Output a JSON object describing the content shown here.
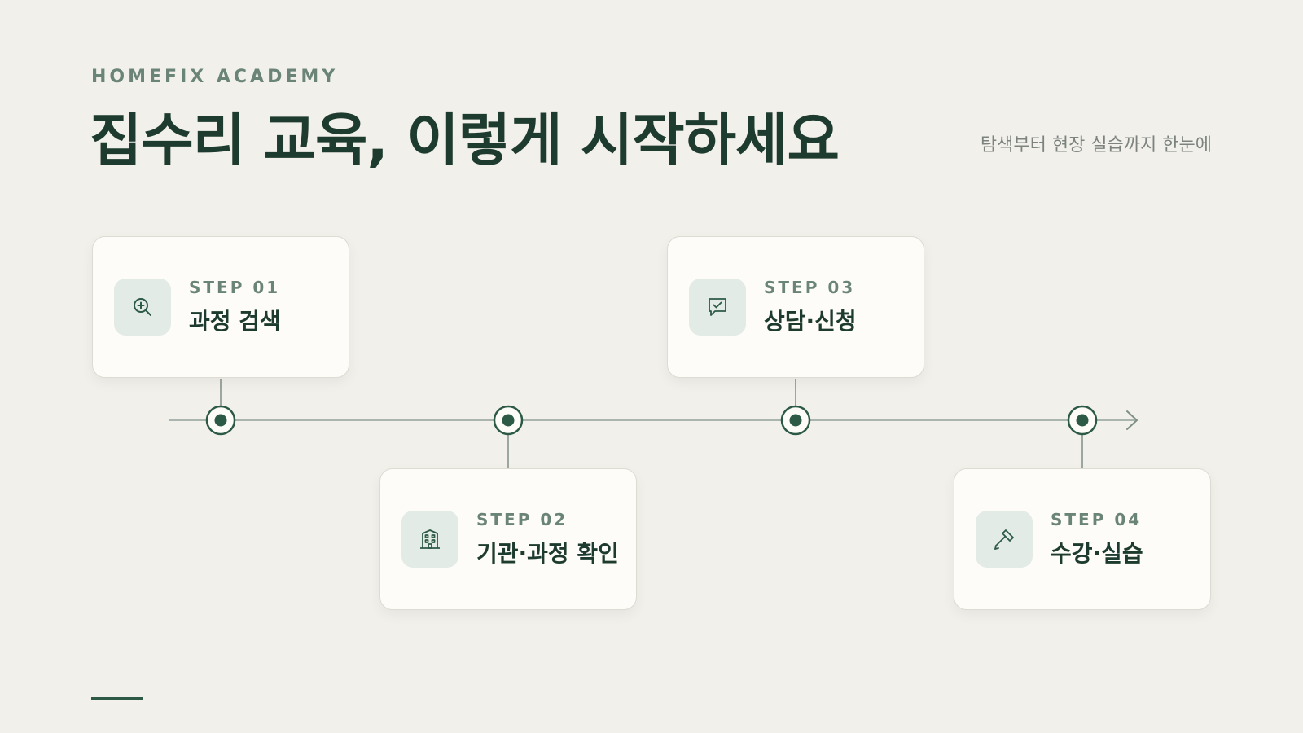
{
  "header": {
    "eyebrow": "HOMEFIX ACADEMY",
    "title": "집수리 교육, 이렇게 시작하세요",
    "subtitle": "탐색부터 현장 실습까지 한눈에"
  },
  "steps": [
    {
      "label": "STEP 01",
      "name": "과정 검색",
      "icon": "search-zoom-icon"
    },
    {
      "label": "STEP 02",
      "name": "기관·과정 확인",
      "icon": "building-icon"
    },
    {
      "label": "STEP 03",
      "name": "상담·신청",
      "icon": "chat-check-icon"
    },
    {
      "label": "STEP 04",
      "name": "수강·실습",
      "icon": "hammer-icon"
    }
  ],
  "colors": {
    "background": "#f2f0eb",
    "primary": "#2d5a47",
    "title": "#1d3b2e",
    "muted": "#6b8478",
    "line": "#a9b5ae",
    "card": "#fdfcf8",
    "icon_bg": "#e3ebe6"
  }
}
